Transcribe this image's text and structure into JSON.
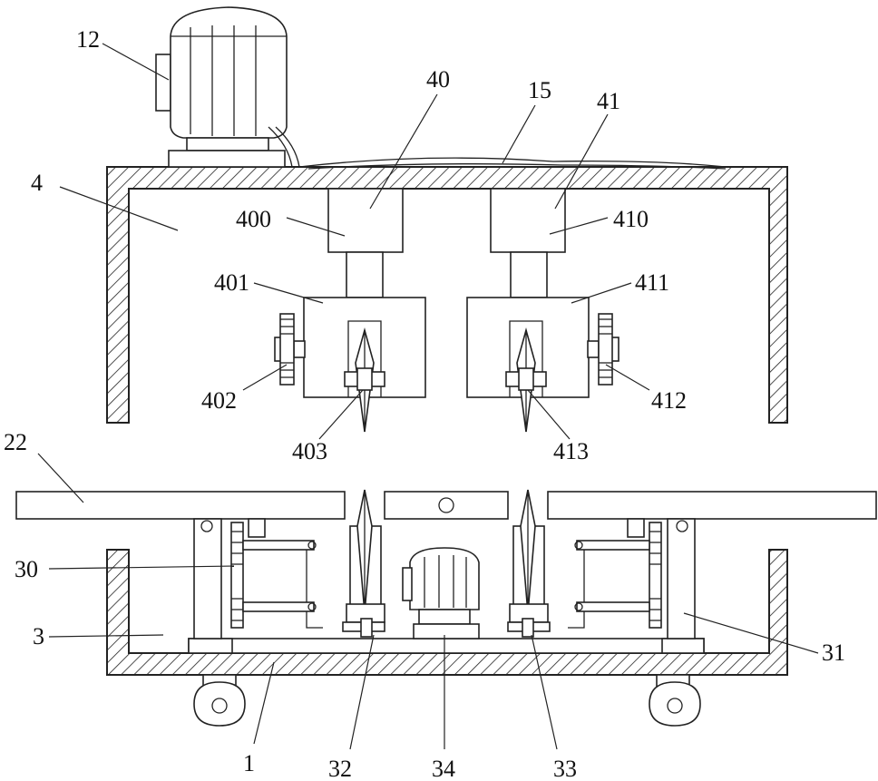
{
  "labels": {
    "motor_top": "12",
    "frame_top": "4",
    "cylinder_left": "40",
    "belt": "15",
    "cylinder_right": "41",
    "rod_left": "400",
    "rod_right": "410",
    "head_left": "401",
    "head_right": "411",
    "gear_left": "402",
    "gear_right": "412",
    "blade_left": "403",
    "blade_right": "413",
    "table": "22",
    "clamp_left": "30",
    "base_frame": "3",
    "clamp_right": "31",
    "base": "1",
    "lower_blade_left": "32",
    "lower_motor": "34",
    "lower_blade_right": "33"
  }
}
